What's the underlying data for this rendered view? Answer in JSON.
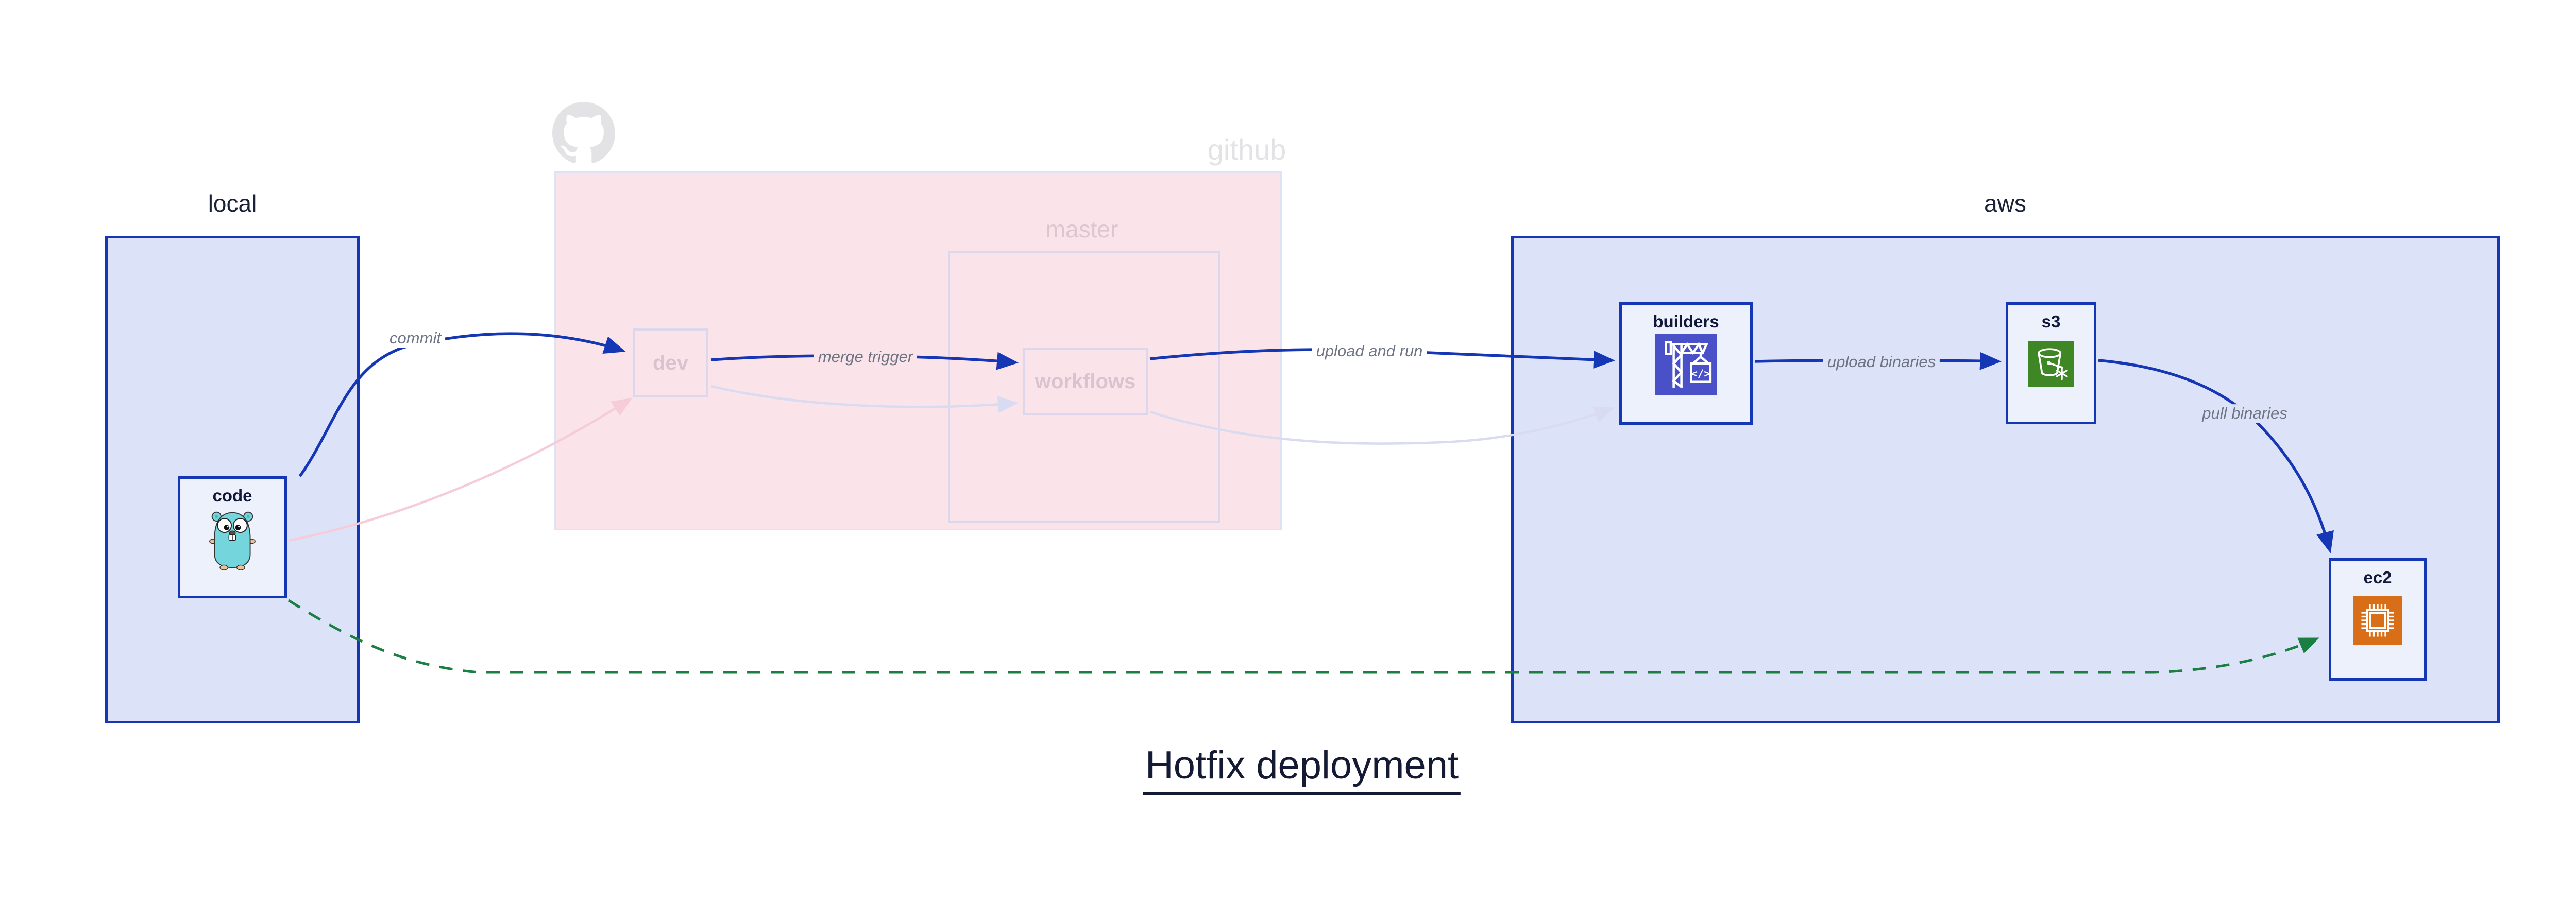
{
  "diagram_title": "Hotfix deployment",
  "groups": {
    "local": {
      "label": "local"
    },
    "github": {
      "label": "github",
      "branch_label": "master"
    },
    "aws": {
      "label": "aws"
    }
  },
  "nodes": {
    "code": {
      "label": "code",
      "icon": "go-gopher-icon"
    },
    "dev": {
      "label": "dev"
    },
    "workflows": {
      "label": "workflows"
    },
    "builders": {
      "label": "builders",
      "icon": "codebuild-crane-icon",
      "icon_text": "</>"
    },
    "s3": {
      "label": "s3",
      "icon": "s3-bucket-icon"
    },
    "ec2": {
      "label": "ec2",
      "icon": "ec2-chip-icon"
    }
  },
  "edges": {
    "commit": {
      "label": "commit",
      "style": "solid-blue"
    },
    "merge_trigger": {
      "label": "merge trigger",
      "style": "solid-blue"
    },
    "upload_and_run": {
      "label": "upload and run",
      "style": "solid-blue"
    },
    "upload_binaries": {
      "label": "upload binaries",
      "style": "solid-blue"
    },
    "pull_binaries": {
      "label": "pull binaries",
      "style": "solid-blue"
    },
    "hotfix_direct_path": {
      "label": "",
      "style": "dashed-green"
    },
    "faded_commit_path": {
      "style": "faded-pink"
    },
    "faded_merge_path": {
      "style": "faded-lavender"
    },
    "faded_upload_path": {
      "style": "faded-lavender"
    }
  },
  "colors": {
    "arrow_blue": "#1637b5",
    "group_fill_blue": "#dce3f9",
    "node_fill": "#edf1fb",
    "github_fill_pink": "#fae3e9",
    "faded_border": "#dcd7ec",
    "faded_pink_edge": "#f5ccd8",
    "faded_lavender_edge": "#d9dbf0",
    "green_dashed": "#1b7f44",
    "github_gray": "#e3e3e6",
    "edge_label_gray": "#6e7483",
    "title_navy": "#141a33",
    "builders_indigo": "#4a50c8",
    "s3_green": "#3f8624",
    "ec2_orange": "#d86f18",
    "gopher_cyan": "#74d6dc"
  }
}
